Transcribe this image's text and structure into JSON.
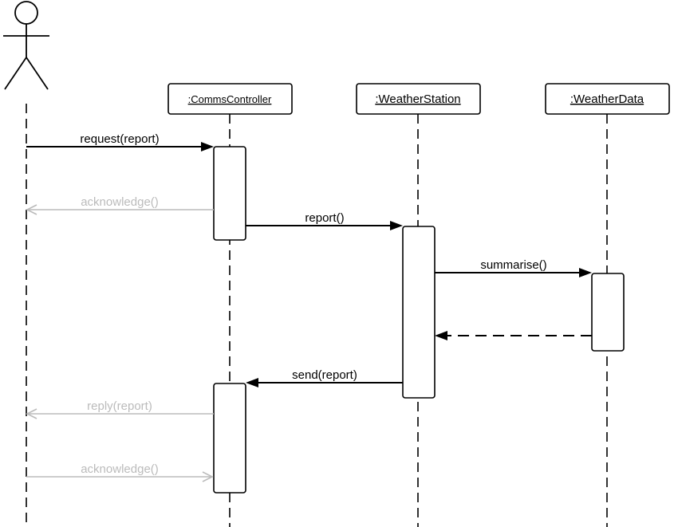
{
  "objects": [
    {
      "id": "comms",
      "label": ":CommsController"
    },
    {
      "id": "station",
      "label": ":WeatherStation"
    },
    {
      "id": "data",
      "label": ":WeatherData"
    }
  ],
  "messages": [
    {
      "id": "m1",
      "label": "request(report)",
      "kind": "sync"
    },
    {
      "id": "m2",
      "label": "acknowledge()",
      "kind": "async-faint"
    },
    {
      "id": "m3",
      "label": "report()",
      "kind": "sync"
    },
    {
      "id": "m4",
      "label": "summarise()",
      "kind": "sync"
    },
    {
      "id": "m5",
      "label": "",
      "kind": "return"
    },
    {
      "id": "m6",
      "label": "send(report)",
      "kind": "sync"
    },
    {
      "id": "m7",
      "label": "reply(report)",
      "kind": "async-faint"
    },
    {
      "id": "m8",
      "label": "acknowledge()",
      "kind": "async-faint"
    }
  ],
  "colors": {
    "line": "#000000",
    "faint": "#bbbbbb"
  }
}
